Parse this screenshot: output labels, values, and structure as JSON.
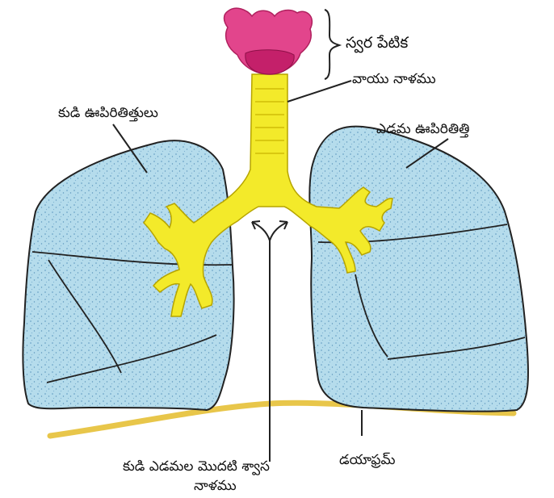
{
  "labels": {
    "larynx": "స్వర పేటిక",
    "trachea": "వాయు నాళము",
    "right_lung": "కుడి ఊపిరితిత్తులు",
    "left_lung": "ఎడమ ఊపిరితిత్తి",
    "bronchi_line1": "కుడి ఎడమల మొదటి శ్వాస",
    "bronchi_line2": "నాళము",
    "diaphragm": "డయాఫ్రమ్"
  },
  "colors": {
    "lung_fill": "#b5dcec",
    "lung_speckle": "#6fa6c8",
    "trachea_fill": "#f3ea2a",
    "larynx_fill": "#e2458c",
    "larynx_inner": "#c4206a",
    "diaphragm": "#e8c64a",
    "outline": "#222222"
  }
}
